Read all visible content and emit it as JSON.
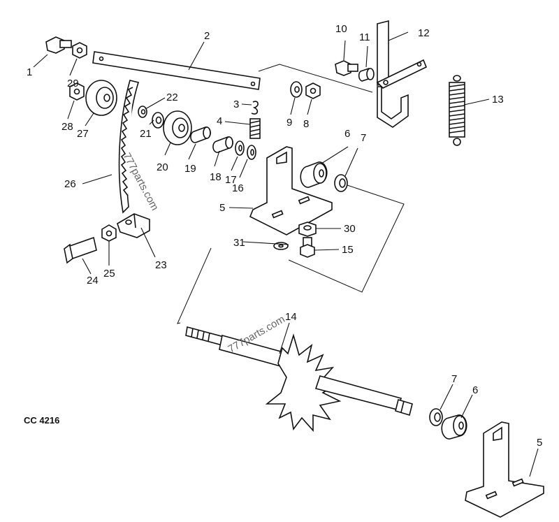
{
  "figure_code": "CC 4216",
  "watermarks": [
    "777parts.com",
    "777parts.com"
  ],
  "callouts": [
    {
      "id": "c1",
      "text": "1"
    },
    {
      "id": "c2",
      "text": "2"
    },
    {
      "id": "c3",
      "text": "3"
    },
    {
      "id": "c4",
      "text": "4"
    },
    {
      "id": "c5a",
      "text": "5"
    },
    {
      "id": "c5b",
      "text": "5"
    },
    {
      "id": "c6a",
      "text": "6"
    },
    {
      "id": "c6b",
      "text": "6"
    },
    {
      "id": "c7a",
      "text": "7"
    },
    {
      "id": "c7b",
      "text": "7"
    },
    {
      "id": "c8",
      "text": "8"
    },
    {
      "id": "c9",
      "text": "9"
    },
    {
      "id": "c10",
      "text": "10"
    },
    {
      "id": "c11",
      "text": "11"
    },
    {
      "id": "c12",
      "text": "12"
    },
    {
      "id": "c13",
      "text": "13"
    },
    {
      "id": "c14",
      "text": "14"
    },
    {
      "id": "c15",
      "text": "15"
    },
    {
      "id": "c16",
      "text": "16"
    },
    {
      "id": "c17",
      "text": "17"
    },
    {
      "id": "c18",
      "text": "18"
    },
    {
      "id": "c19",
      "text": "19"
    },
    {
      "id": "c20",
      "text": "20"
    },
    {
      "id": "c21",
      "text": "21"
    },
    {
      "id": "c22",
      "text": "22"
    },
    {
      "id": "c23",
      "text": "23"
    },
    {
      "id": "c24",
      "text": "24"
    },
    {
      "id": "c25",
      "text": "25"
    },
    {
      "id": "c26",
      "text": "26"
    },
    {
      "id": "c27",
      "text": "27"
    },
    {
      "id": "c28",
      "text": "28"
    },
    {
      "id": "c29",
      "text": "29"
    },
    {
      "id": "c30",
      "text": "30"
    },
    {
      "id": "c31",
      "text": "31"
    }
  ]
}
